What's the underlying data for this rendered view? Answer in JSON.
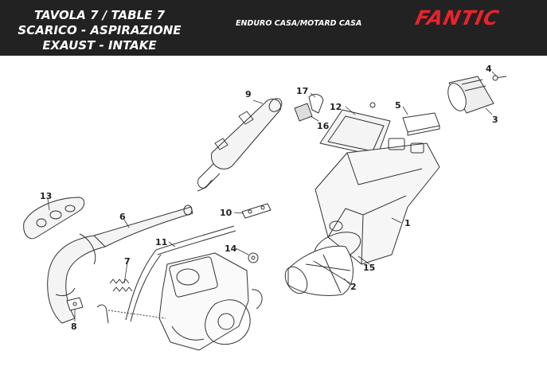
{
  "header": {
    "title_lines": [
      "TAVOLA 7  /  TABLE 7",
      "SCARICO - ASPIRAZIONE",
      "EXAUST - INTAKE"
    ],
    "subtitle": "ENDURO CASA/MOTARD CASA",
    "brand": "FANTIC",
    "brand_color": "#e8232b",
    "bar_color": "#222222"
  },
  "parts": {
    "p1": "1",
    "p2": "2",
    "p3": "3",
    "p4": "4",
    "p5": "5",
    "p6": "6",
    "p7": "7",
    "p8": "8",
    "p9": "9",
    "p10": "10",
    "p11": "11",
    "p12": "12",
    "p13": "13",
    "p14": "14",
    "p15": "15",
    "p16": "16",
    "p17": "17"
  }
}
